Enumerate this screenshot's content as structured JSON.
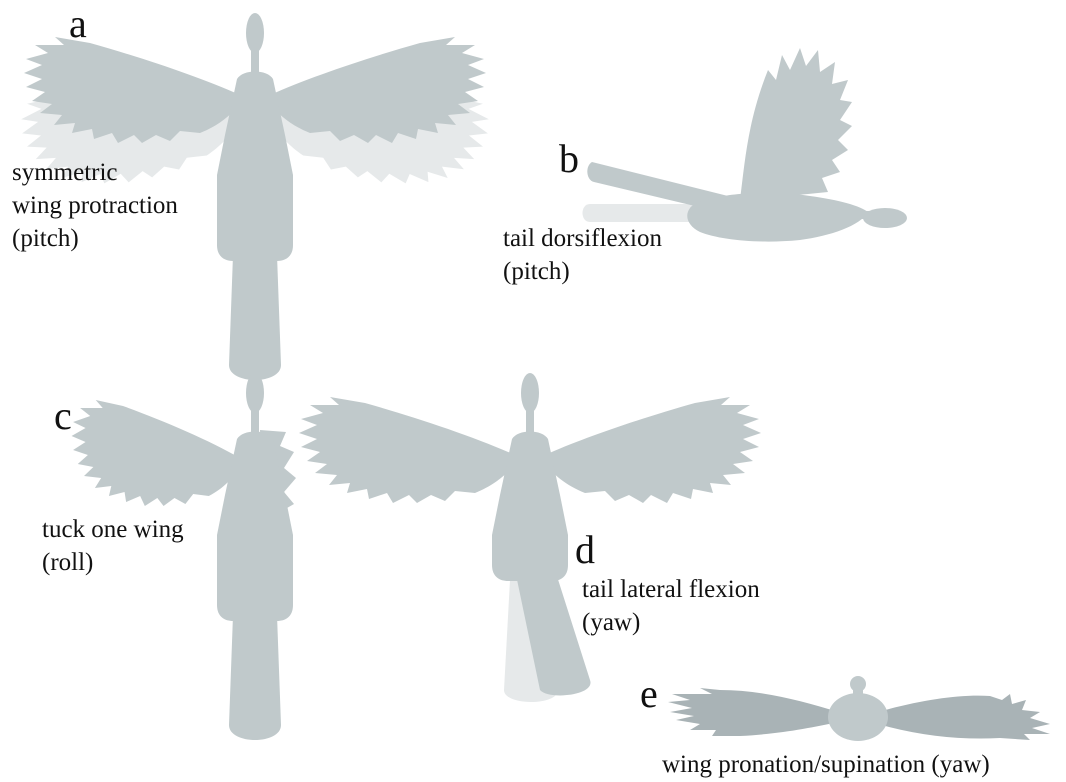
{
  "panels": {
    "a": {
      "letter": "a",
      "caption_line1": "symmetric",
      "caption_line2": "wing protraction",
      "caption_line3": "(pitch)"
    },
    "b": {
      "letter": "b",
      "caption_line1": "tail dorsiflexion",
      "caption_line2": "(pitch)"
    },
    "c": {
      "letter": "c",
      "caption_line1": "tuck one wing",
      "caption_line2": "(roll)"
    },
    "d": {
      "letter": "d",
      "caption_line1": "tail lateral flexion",
      "caption_line2": "(yaw)"
    },
    "e": {
      "letter": "e",
      "caption_line1": "wing pronation/supination (yaw)"
    }
  },
  "colors": {
    "body": "#c0c9cb",
    "ghost": "#e6e9ea",
    "wing_dark": "#a9b3b6",
    "text": "#111111"
  }
}
